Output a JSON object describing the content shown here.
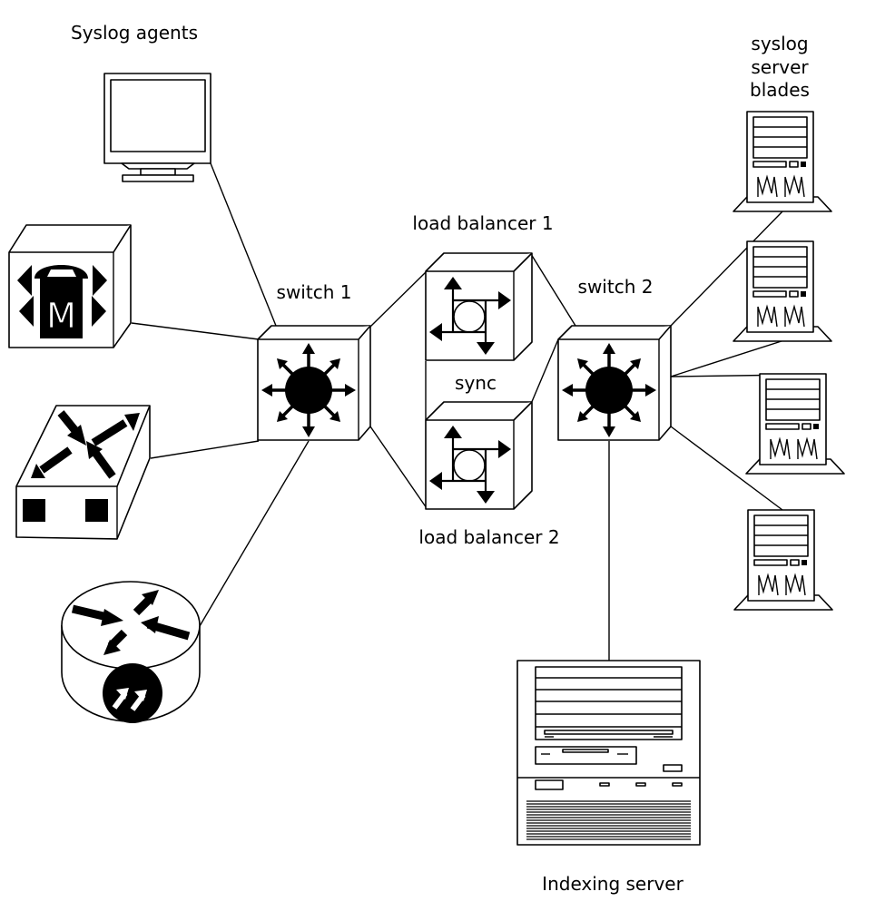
{
  "labels": {
    "syslog_agents": "Syslog agents",
    "syslog_server_blades_line1": "syslog",
    "syslog_server_blades_line2": "server",
    "syslog_server_blades_line3": "blades",
    "load_balancer_1": "load balancer 1",
    "load_balancer_2": "load balancer 2",
    "switch_1": "switch 1",
    "switch_2": "switch 2",
    "sync": "sync",
    "indexing_server": "Indexing server"
  },
  "icons": {
    "agent_1": "monitor-icon",
    "agent_2": "phone-switch-icon",
    "agent_3": "workgroup-switch-icon",
    "agent_4": "router-icon",
    "switch_1": "multilayer-switch-icon",
    "switch_2": "multilayer-switch-icon",
    "load_balancer_1": "load-balancer-icon",
    "load_balancer_2": "load-balancer-icon",
    "blades": "tower-server-icon",
    "indexing_server": "mainframe-server-icon"
  },
  "colors": {
    "stroke": "#000000",
    "background": "#ffffff"
  }
}
